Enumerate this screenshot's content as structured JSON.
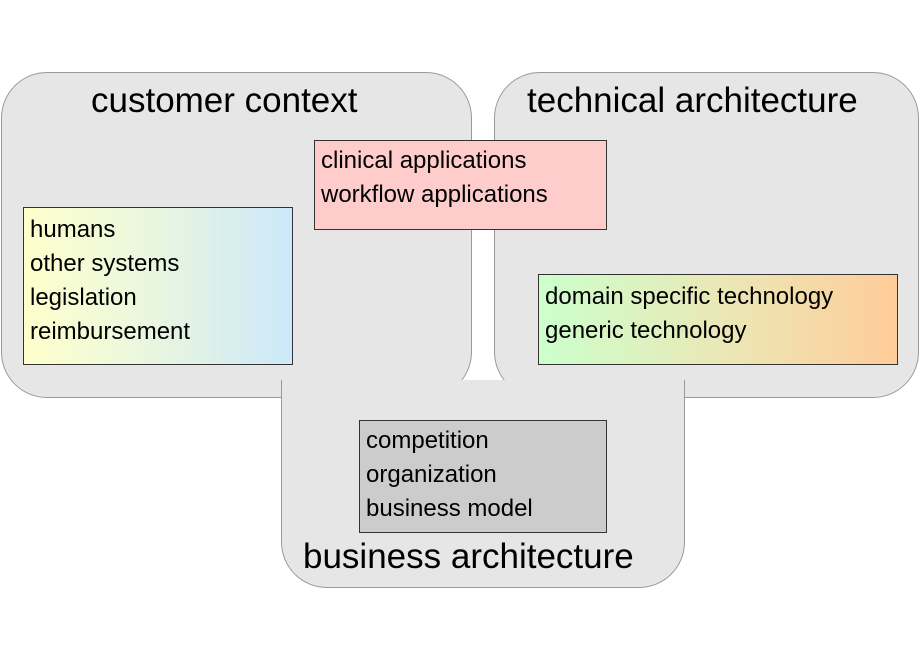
{
  "regions": {
    "customer_context": {
      "title": "customer context",
      "items": [
        "humans",
        "other systems",
        "legislation",
        "reimbursement"
      ]
    },
    "technical_architecture": {
      "title": "technical architecture",
      "items": [
        "domain specific technology",
        "generic technology"
      ]
    },
    "business_architecture": {
      "title": "business architecture",
      "items": [
        "competition",
        "organization",
        "business model"
      ]
    },
    "shared": {
      "items": [
        "clinical applications",
        "workflow applications"
      ]
    }
  },
  "colors": {
    "region_fill": "#e6e6e6",
    "region_border": "#999999",
    "applications_box": "#ffcccc",
    "business_box": "#cccccc",
    "customer_box_gradient": [
      "#ffffcc",
      "#cce8fa"
    ],
    "technology_box_gradient": [
      "#ccffcc",
      "#ffcc99"
    ]
  }
}
